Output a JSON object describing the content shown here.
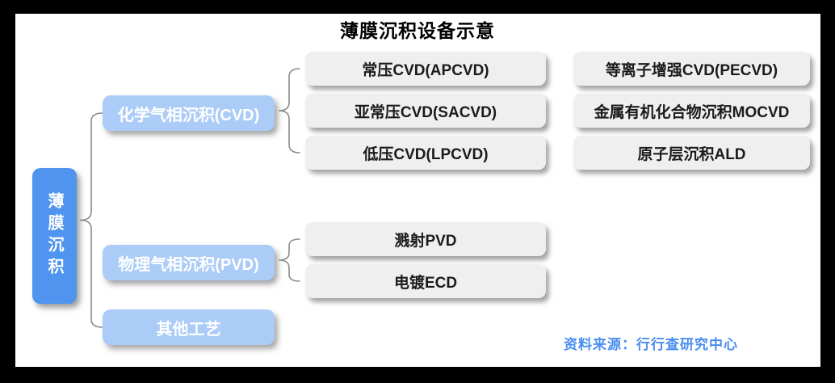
{
  "title": "薄膜沉积设备示意",
  "root": {
    "label": "薄膜沉积"
  },
  "branches": [
    {
      "label": "化学气相沉积(CVD)",
      "children": [
        "常压CVD(APCVD)",
        "亚常压CVD(SACVD)",
        "低压CVD(LPCVD)"
      ],
      "children_col2": [
        "等离子增强CVD(PECVD)",
        "金属有机化合物沉积MOCVD",
        "原子层沉积ALD"
      ]
    },
    {
      "label": "物理气相沉积(PVD)",
      "children": [
        "溅射PVD",
        "电镀ECD"
      ]
    },
    {
      "label": "其他工艺",
      "children": []
    }
  ],
  "source": "资料来源：行行查研究中心",
  "colors": {
    "frame": "#000000",
    "root_bg": "#4f95ef",
    "branch_bg": "#abccf7",
    "leaf_bg": "#efefef",
    "leaf_text": "#1b1b1b",
    "node_text": "#ffffff",
    "brace": "#8c8c8c",
    "source_text": "#4a8df0",
    "title_text": "#000000"
  }
}
